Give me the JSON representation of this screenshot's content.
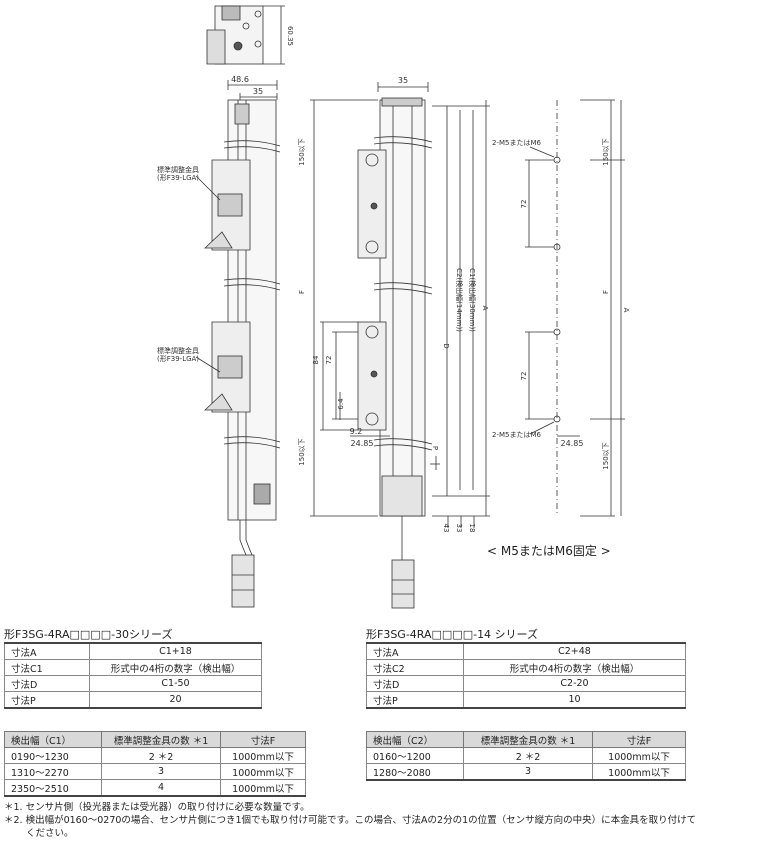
{
  "drawing": {
    "top_dim_height": "60.35",
    "dim_width_486": "48.6",
    "dim_width_35": "35",
    "dim_width_35_front": "35",
    "dim_150_top": "150以下",
    "dim_150_bottom": "150以下",
    "dim_F": "F",
    "dim_D": "D",
    "dim_C2": "C2(検出幅(14mm))",
    "dim_C1": "C1(検出幅(30mm))",
    "dim_A": "A",
    "dim_84": "84",
    "dim_72": "72",
    "dim_64": "6.4",
    "dim_92": "9.2",
    "dim_2485": "24.85",
    "dim_P": "P",
    "dim_43": "43",
    "dim_33": "33",
    "dim_18": "18",
    "bracket_label_line1": "標準調整金具",
    "bracket_label_line2": "(形F39-LGA)",
    "hole_label_top": "2-M5またはM6",
    "hole_label_bottom": "2-M5またはM6",
    "right_72_top": "72",
    "right_72_bottom": "72",
    "right_F": "F",
    "right_A": "A",
    "right_150_top": "150以下",
    "right_150_bottom": "150以下",
    "right_2485": "24.85"
  },
  "caption": "< M5またはM6固定 >",
  "series30": {
    "title": "形F3SG-4RA□□□□-30シリーズ",
    "dims": [
      [
        "寸法A",
        "C1+18"
      ],
      [
        "寸法C1",
        "形式中の4桁の数字（検出幅）"
      ],
      [
        "寸法D",
        "C1-50"
      ],
      [
        "寸法P",
        "20"
      ]
    ],
    "headers": [
      "検出幅（C1）",
      "標準調整金具の数 ＊1",
      "寸法F"
    ],
    "rows": [
      [
        "0190～1230",
        "2 ＊2",
        "1000mm以下"
      ],
      [
        "1310～2270",
        "3",
        "1000mm以下"
      ],
      [
        "2350～2510",
        "4",
        "1000mm以下"
      ]
    ]
  },
  "series14": {
    "title": "形F3SG-4RA□□□□-14 シリーズ",
    "dims": [
      [
        "寸法A",
        "C2+48"
      ],
      [
        "寸法C2",
        "形式中の4桁の数字（検出幅）"
      ],
      [
        "寸法D",
        "C2-20"
      ],
      [
        "寸法P",
        "10"
      ]
    ],
    "headers": [
      "検出幅（C2）",
      "標準調整金具の数 ＊1",
      "寸法F"
    ],
    "rows": [
      [
        "0160～1200",
        "2 ＊2",
        "1000mm以下"
      ],
      [
        "1280～2080",
        "3",
        "1000mm以下"
      ]
    ]
  },
  "notes": {
    "n1": "＊1. センサ片側（投光器または受光器）の取り付けに必要な数量です。",
    "n2": "＊2. 検出幅が0160～0270の場合、センサ片側につき1個でも取り付け可能です。この場合、寸法Aの2分の1の位置（センサ縦方向の中央）に本金具を取り付けて",
    "n2b": "ください。"
  }
}
